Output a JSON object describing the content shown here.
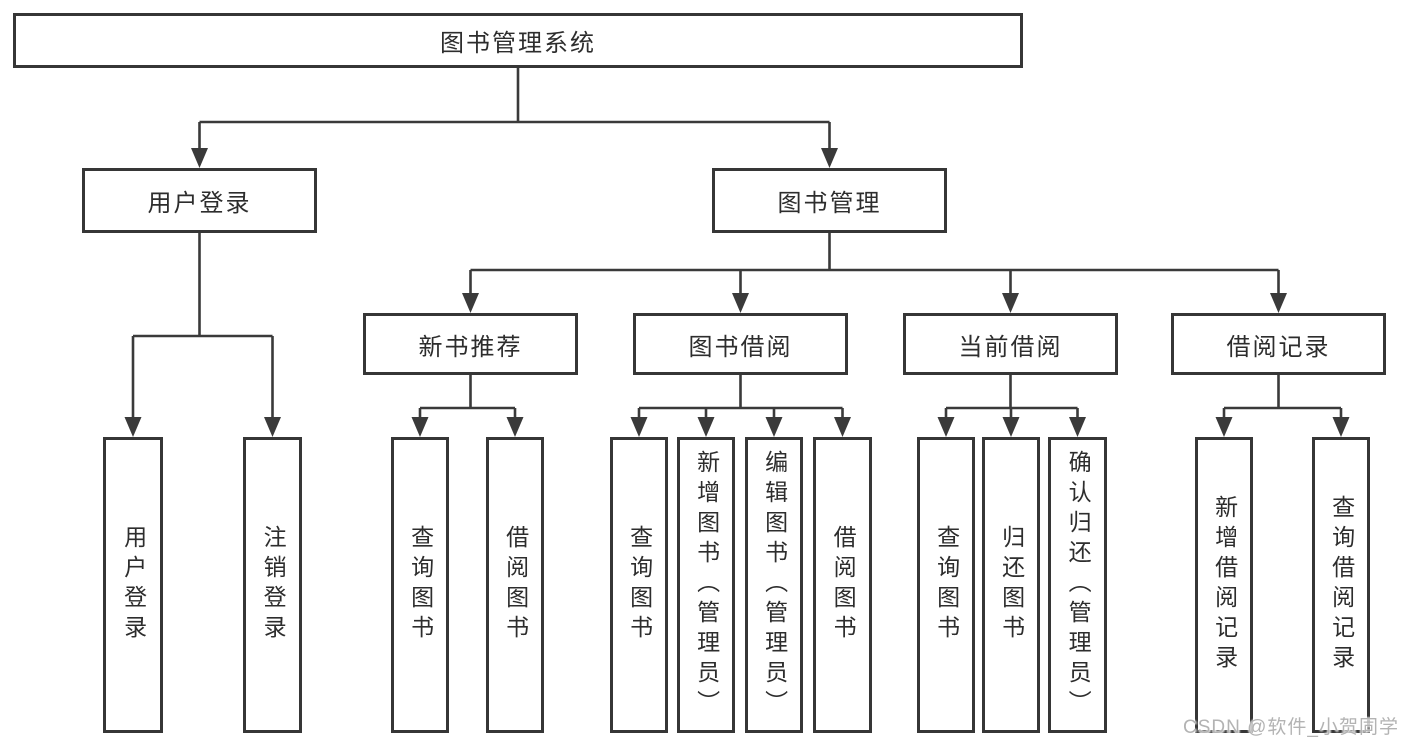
{
  "tree": {
    "root": {
      "label": "图书管理系统"
    },
    "branches": [
      {
        "label": "用户登录",
        "children": [
          {
            "label": "用户登录"
          },
          {
            "label": "注销登录"
          }
        ]
      },
      {
        "label": "图书管理",
        "children": [
          {
            "label": "新书推荐",
            "children": [
              {
                "label": "查询图书"
              },
              {
                "label": "借阅图书"
              }
            ]
          },
          {
            "label": "图书借阅",
            "children": [
              {
                "label": "查询图书"
              },
              {
                "label": "新增图书（管理员）"
              },
              {
                "label": "编辑图书（管理员）"
              },
              {
                "label": "借阅图书"
              }
            ]
          },
          {
            "label": "当前借阅",
            "children": [
              {
                "label": "查询图书"
              },
              {
                "label": "归还图书"
              },
              {
                "label": "确认归还（管理员）"
              }
            ]
          },
          {
            "label": "借阅记录",
            "children": [
              {
                "label": "新增借阅记录"
              },
              {
                "label": "查询借阅记录"
              }
            ]
          }
        ]
      }
    ]
  },
  "watermark": {
    "text": "CSDN @软件_小贺同学"
  },
  "colors": {
    "line": "#3a3a3a",
    "box_border": "#363636",
    "text": "#2d2d2d",
    "watermark": "#b3b3b3",
    "background": "#ffffff"
  }
}
